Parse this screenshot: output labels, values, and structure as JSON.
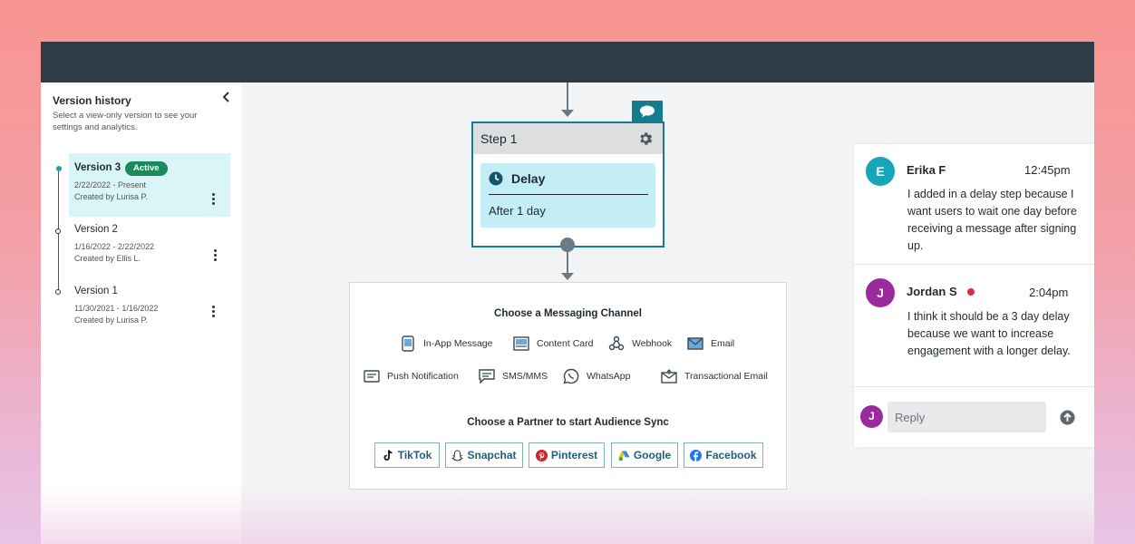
{
  "sidebar": {
    "title": "Version history",
    "description": "Select a view-only version to see your settings and analytics.",
    "versions": [
      {
        "name": "Version 3",
        "badge": "Active",
        "dates": "2/22/2022 - Present",
        "created_by": "Created by Lurisa P."
      },
      {
        "name": "Version 2",
        "dates": "1/16/2022 - 2/22/2022",
        "created_by": "Created by Ellis L."
      },
      {
        "name": "Version 1",
        "dates": "11/30/2021 - 1/16/2022",
        "created_by": "Created by Lurisa P."
      }
    ]
  },
  "step": {
    "title": "Step 1",
    "action_title": "Delay",
    "action_value": "After 1 day"
  },
  "channels": {
    "heading": "Choose a Messaging Channel",
    "items": [
      {
        "label": "In-App Message",
        "icon": "phone-message-icon"
      },
      {
        "label": "Content Card",
        "icon": "content-card-icon"
      },
      {
        "label": "Webhook",
        "icon": "webhook-icon"
      },
      {
        "label": "Email",
        "icon": "email-icon"
      },
      {
        "label": "Push Notification",
        "icon": "push-notification-icon"
      },
      {
        "label": "SMS/MMS",
        "icon": "sms-icon"
      },
      {
        "label": "WhatsApp",
        "icon": "whatsapp-icon"
      },
      {
        "label": "Transactional Email",
        "icon": "transactional-email-icon"
      }
    ]
  },
  "partners": {
    "heading": "Choose a Partner to start Audience Sync",
    "items": [
      {
        "label": "TikTok",
        "icon": "tiktok-icon"
      },
      {
        "label": "Snapchat",
        "icon": "snapchat-icon"
      },
      {
        "label": "Pinterest",
        "icon": "pinterest-icon"
      },
      {
        "label": "Google",
        "icon": "google-icon"
      },
      {
        "label": "Facebook",
        "icon": "facebook-icon"
      }
    ]
  },
  "comments": {
    "items": [
      {
        "initial": "E",
        "name": "Erika F",
        "time": "12:45pm",
        "text": "I added in a delay step because I want users to wait one day before receiving a message after signing up.",
        "avatar_color": "#17a6b9",
        "online": false
      },
      {
        "initial": "J",
        "name": "Jordan S",
        "time": "2:04pm",
        "text": "I think it should be a 3 day delay because we want to increase engagement with a longer delay.",
        "avatar_color": "#9b2a9e",
        "online": true
      }
    ],
    "reply": {
      "initial": "J",
      "placeholder": "Reply",
      "avatar_color": "#9b2a9e"
    }
  },
  "colors": {
    "accent": "#147c8c",
    "active_badge": "#1a8a5a",
    "topbar": "#2f3b45",
    "delay_card": "#c4eef5",
    "online_dot": "#e02a3c"
  }
}
